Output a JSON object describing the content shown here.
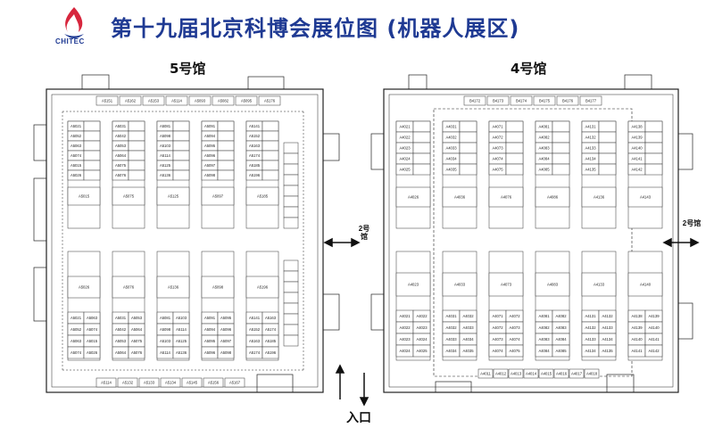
{
  "header": {
    "title": "第十九届北京科博会展位图 (机器人展区)",
    "logo_text": "CHITEC",
    "logo_icon": "flame-logo-icon",
    "title_color": "#1f3a93"
  },
  "halls": [
    {
      "id": "hall5",
      "label": "5号馆"
    },
    {
      "id": "hall4",
      "label": "4号馆"
    }
  ],
  "entrance": {
    "label": "入口"
  },
  "passages": [
    {
      "id": "passage-left",
      "label": "2号馆"
    },
    {
      "id": "passage-right",
      "label": "2号馆"
    }
  ],
  "hall5_booths": {
    "top": [
      "A5151",
      "A5162",
      "A5153",
      "A5114",
      "A5093",
      "A5082",
      "A5095",
      "A5176"
    ],
    "col1": [
      "A5021",
      "A5052",
      "A5063",
      "A5074",
      "A5015",
      "A5026"
    ],
    "col2": [
      "A5031",
      "A5042",
      "A5053",
      "A5064",
      "A5075",
      "A5076"
    ],
    "col3": [
      "A5081",
      "A5098",
      "A5103",
      "A5114",
      "A5125",
      "A5136"
    ],
    "col4": [
      "A5091",
      "A5094",
      "A5095",
      "A5096",
      "A5097",
      "A5098"
    ],
    "col5": [
      "A5141",
      "A5152",
      "A5163",
      "A5174",
      "A5185",
      "A5196"
    ],
    "bottom": [
      "A5114",
      "A5132",
      "A5133",
      "A5134",
      "A5145",
      "A5156",
      "A5167"
    ]
  },
  "hall4_booths": {
    "top": [
      "B4172",
      "B4173",
      "B4174",
      "B4175",
      "B4176",
      "B4177"
    ],
    "col1": [
      "A4021",
      "A4022",
      "A4023",
      "A4024",
      "A4025",
      "A4026"
    ],
    "col2": [
      "A4031",
      "A4032",
      "A4033",
      "A4034",
      "A4035",
      "A4036"
    ],
    "col3": [
      "A4071",
      "A4072",
      "A4073",
      "A4074",
      "A4075",
      "A4076"
    ],
    "col4": [
      "A4081",
      "A4082",
      "A4083",
      "A4084",
      "A4085",
      "A4086"
    ],
    "col5": [
      "A4131",
      "A4132",
      "A4133",
      "A4134",
      "A4135",
      "A4136"
    ],
    "col6": [
      "A4138",
      "A4139",
      "A4140",
      "A4141",
      "A4142",
      "A4143"
    ],
    "bottom": [
      "A4011",
      "A4012",
      "A4013",
      "A4014",
      "A4015",
      "A4016",
      "A4017",
      "A4018"
    ]
  }
}
